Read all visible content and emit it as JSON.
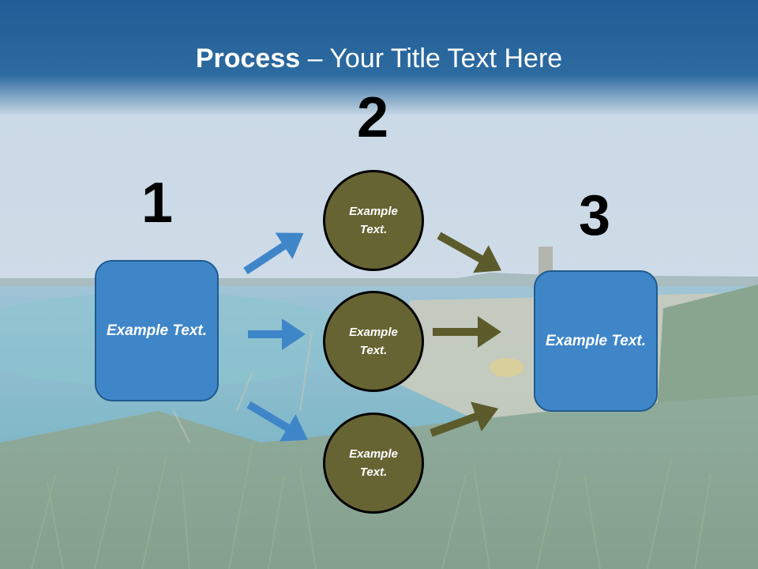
{
  "slide": {
    "title_bold": "Process",
    "title_rest": " – Your Title Text Here"
  },
  "numbers": {
    "one": "1",
    "two": "2",
    "three": "3"
  },
  "left_box": {
    "text": "Example Text."
  },
  "circles": [
    {
      "text": "Example Text."
    },
    {
      "text": "Example Text."
    },
    {
      "text": "Example Text."
    }
  ],
  "right_box": {
    "text": "Example Text."
  },
  "colors": {
    "header": "#23609a",
    "box_fill": "#3f86c9",
    "circle_fill": "#676434",
    "left_arrows": "#3f86c9",
    "right_arrows": "#5c5b2b"
  }
}
